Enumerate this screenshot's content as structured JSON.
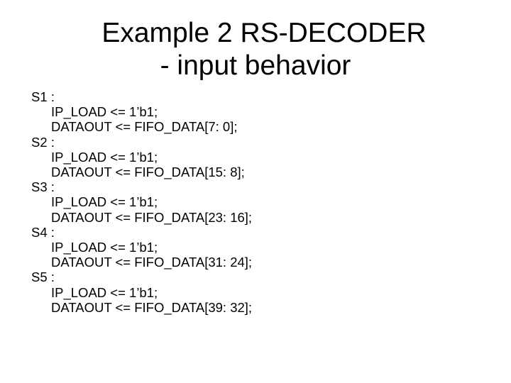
{
  "slide": {
    "title_line1": "Example 2 RS-DECODER",
    "title_line2": "- input behavior",
    "states": [
      {
        "label": "S1 :",
        "lines": [
          "IP_LOAD <= 1’b1;",
          "DATAOUT <= FIFO_DATA[7: 0];"
        ]
      },
      {
        "label": "S2 :",
        "lines": [
          "IP_LOAD <= 1’b1;",
          "DATAOUT <= FIFO_DATA[15: 8];"
        ]
      },
      {
        "label": "S3 :",
        "lines": [
          "IP_LOAD <= 1’b1;",
          "DATAOUT <= FIFO_DATA[23: 16];"
        ]
      },
      {
        "label": "S4 :",
        "lines": [
          "IP_LOAD <= 1’b1;",
          "DATAOUT <= FIFO_DATA[31: 24];"
        ]
      },
      {
        "label": "S5 :",
        "lines": [
          "IP_LOAD <= 1’b1;",
          "DATAOUT <= FIFO_DATA[39: 32];"
        ]
      }
    ]
  }
}
